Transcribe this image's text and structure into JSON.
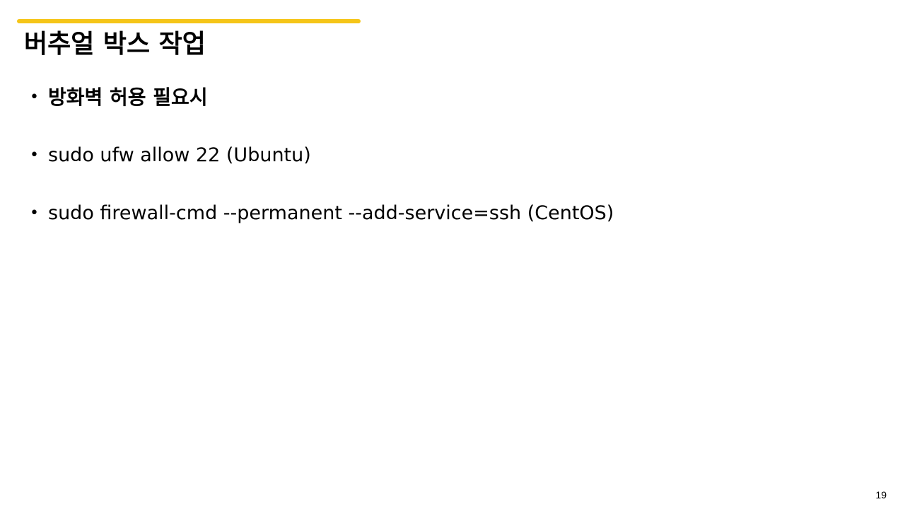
{
  "colors": {
    "accent": "#F5C518",
    "text": "#000000",
    "background": "#FFFFFF"
  },
  "slide": {
    "title": "버추얼 박스 작업",
    "bullets": [
      {
        "text": "방화벽 허용 필요시",
        "bold": true
      },
      {
        "text": "sudo ufw allow 22 (Ubuntu)",
        "bold": false
      },
      {
        "text": "sudo firewall-cmd --permanent --add-service=ssh (CentOS)",
        "bold": false
      }
    ],
    "page_number": "19"
  }
}
